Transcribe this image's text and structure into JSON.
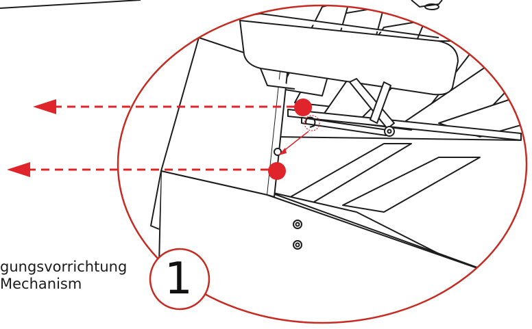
{
  "caption": {
    "line1": "gungsvorrichtung",
    "line2": "Mechanism"
  },
  "step_number": "1",
  "colors": {
    "accent_red": "#e0242b",
    "circle_red": "#c62a21",
    "line_black": "#1c1c1c"
  }
}
